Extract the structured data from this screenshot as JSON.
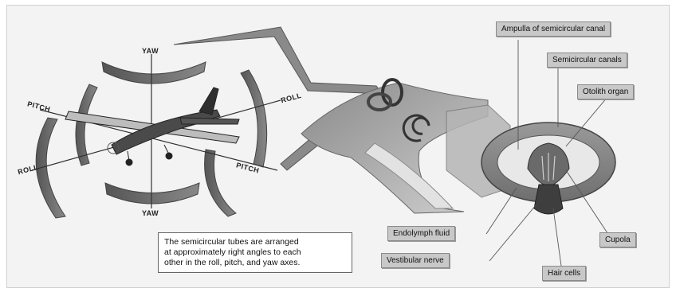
{
  "axes": {
    "yaw_top": "YAW",
    "yaw_bottom": "YAW",
    "pitch_left": "PITCH",
    "pitch_right": "PITCH",
    "roll_left": "ROLL",
    "roll_right": "ROLL"
  },
  "labels": {
    "ampulla": "Ampulla of semicircular canal",
    "semicircular_canals": "Semicircular canals",
    "otolith_organ": "Otolith organ",
    "endolymph_fluid": "Endolymph fluid",
    "vestibular_nerve": "Vestibular nerve",
    "hair_cells": "Hair cells",
    "cupola": "Cupola"
  },
  "caption": "The semicircular tubes are arranged\nat approximately right angles to each\nother in the roll, pitch, and yaw axes.",
  "colors": {
    "background": "#f3f3f3",
    "callout_fill": "#c8c8c8",
    "tissue_dark": "#6e6e6e",
    "tissue_mid": "#9a9a9a",
    "tissue_light": "#d4d4d4"
  }
}
